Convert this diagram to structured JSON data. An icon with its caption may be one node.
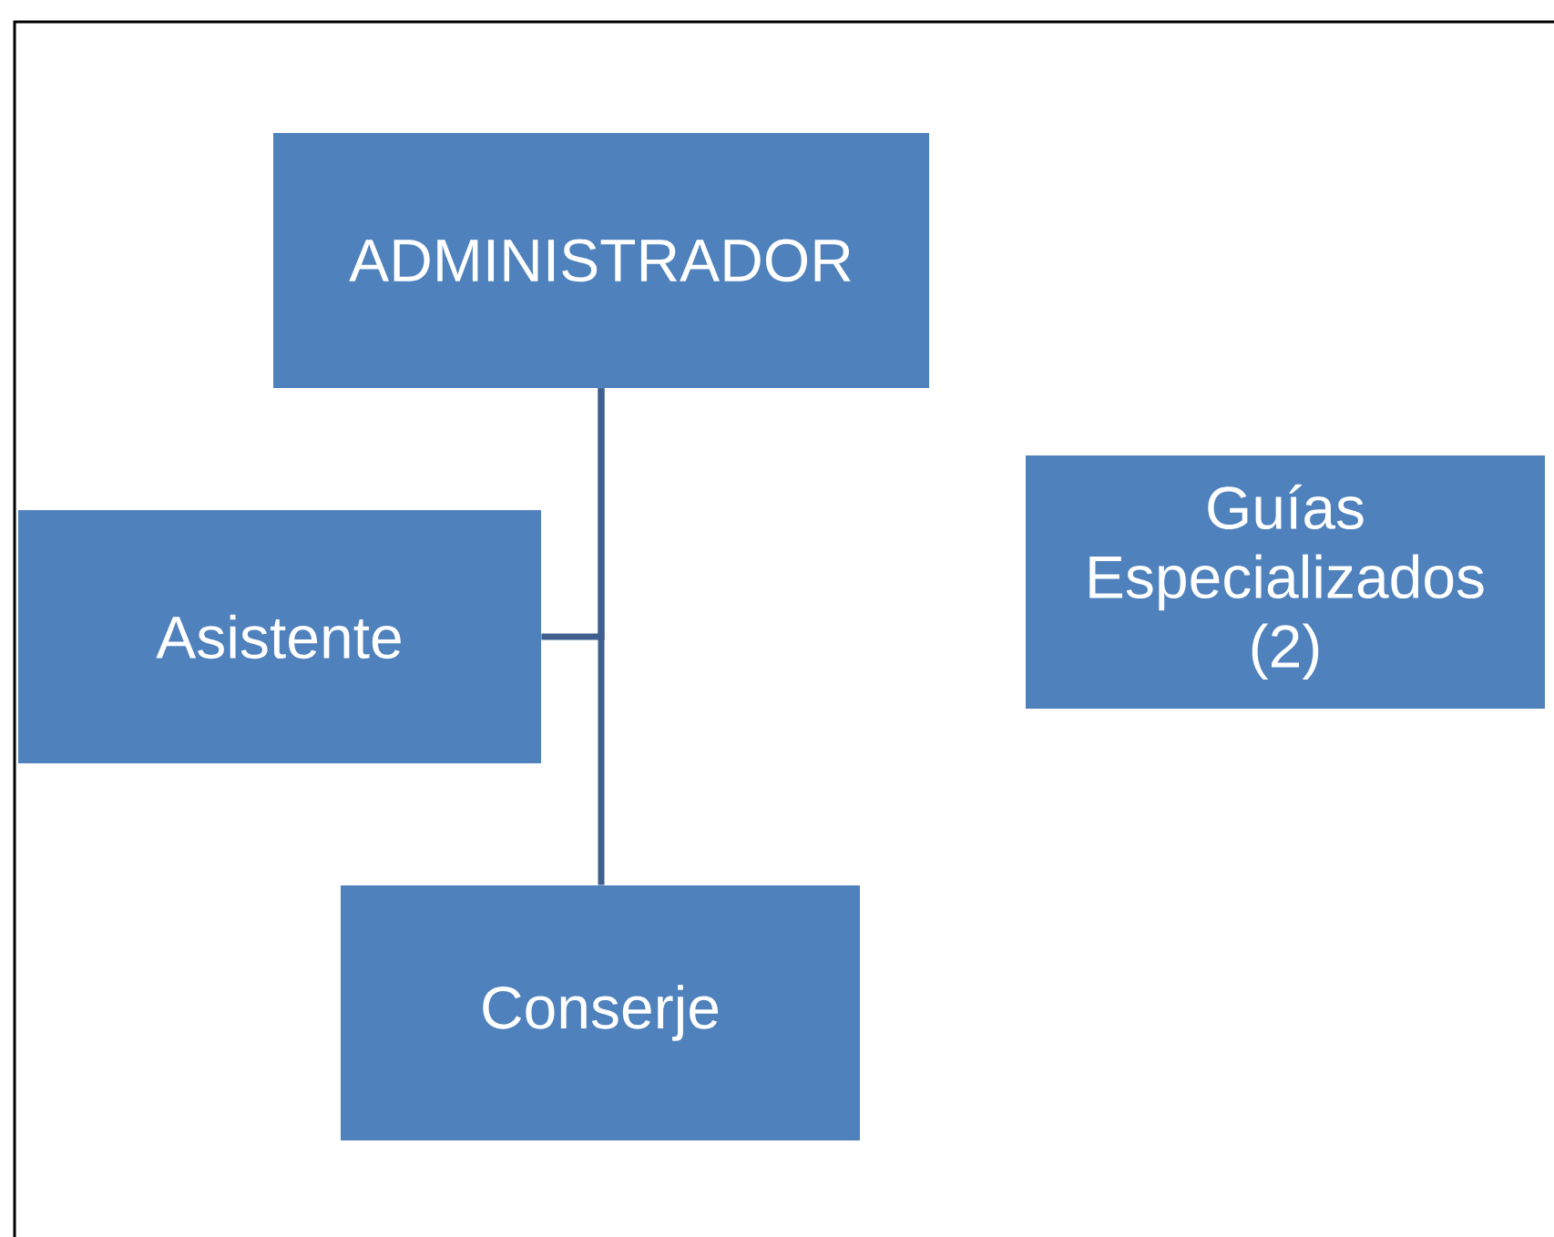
{
  "diagram": {
    "nodes": [
      {
        "text": [
          "ADMINISTRADOR"
        ]
      },
      {
        "text": [
          "Asistente"
        ]
      },
      {
        "text": [
          "Guías Especializados (2)"
        ]
      },
      {
        "text": [
          "Conserje"
        ]
      }
    ],
    "edges": [
      {
        "from": 0,
        "to": 1,
        "arrow": "none"
      },
      {
        "from": 0,
        "to": 3,
        "arrow": "none"
      }
    ]
  }
}
